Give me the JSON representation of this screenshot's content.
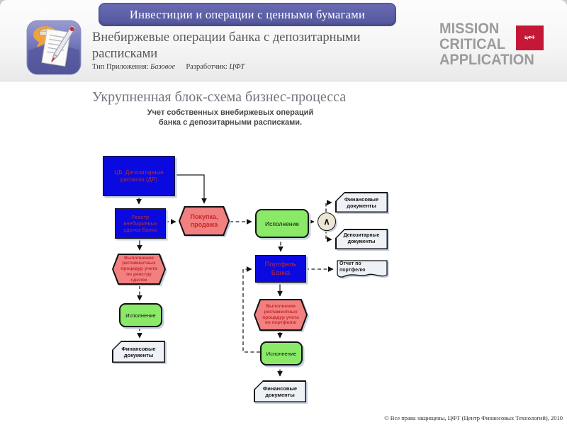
{
  "header": {
    "slide_title": "Инвестиции и операции с ценными бумагами",
    "page_title": "Внебиржевые операции банка с депозитарными расписками",
    "meta": {
      "type_label": "Тип Приложения:",
      "type_value": "Базовое",
      "dev_label": "Разработчик:",
      "dev_value": "ЦФТ"
    },
    "logo": {
      "line1": "MISSION",
      "line2": "CRITICAL",
      "line3": "APPLICATION",
      "badge_text": "ЦФТ"
    }
  },
  "content": {
    "section_title": "Укрупненная блок-схема бизнес-процесса",
    "diagram_title_line1": "Учет собственных внебиржевых операций",
    "diagram_title_line2": "банка с депозитарными расписками."
  },
  "diagram": {
    "nodes": {
      "cb": "ЦБ: Депозитарные расписки (ДР)",
      "reestr": "Реестр внебиржевых сделок Банка",
      "pokupka": "Покупка, продажа",
      "isp1": "Исполнение",
      "and_symbol": "∧",
      "findoc1": "Финансовые документы",
      "depdoc": "Депозитарные документы",
      "portfel": "Портфель Банка",
      "otchet": "Отчет по портфелю",
      "hex_reestr": "Выполнение регламентных процедур учета по реестру сделок",
      "isp2": "Исполнение",
      "findoc2": "Финансовые документы",
      "hex_portfel": "Выполнение регламентных процедур учета по портфелю",
      "isp3": "Исполнение",
      "findoc3": "Финансовые документы"
    }
  },
  "footer": {
    "copyright": "© Все права защищены, ЦФТ (Центр Финансовых Технологий), 2010"
  },
  "colors": {
    "accent_purple": "#5d60a7",
    "node_blue": "#0a0ae0",
    "node_green": "#8aea68",
    "node_pink": "#f28080",
    "node_text_red": "#b23030",
    "badge_red": "#c41836",
    "shadow": "#c6d0e2"
  }
}
